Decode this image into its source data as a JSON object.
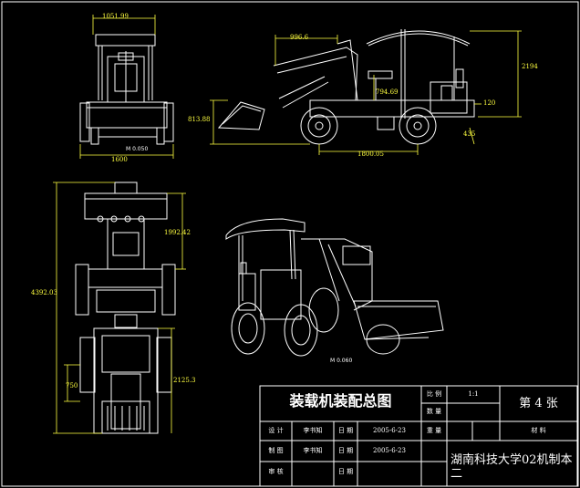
{
  "dimensions": {
    "front_width": "1051.99",
    "front_base": "1600",
    "side_bucket_width": "996.6",
    "side_overall_height": "2194",
    "side_seat_height": "794.69",
    "side_arm_height": "813.88",
    "side_wheelbase": "1800.05",
    "side_clearance_a": "120",
    "side_clearance_b": "435",
    "top_upper_length": "1992.42",
    "top_overall_length": "4392.03",
    "top_lower_length": "2125.3",
    "top_bucket_width": "750"
  },
  "scale_labels": {
    "front_view": "M 0.050",
    "iso_view": "M 0.060"
  },
  "title_block": {
    "title": "装载机装配总图",
    "ratio_label": "比 例",
    "ratio_value": "1:1",
    "sheet": "第 4 张",
    "count_label": "数 量",
    "weight_label": "重 量",
    "material_label": "材 料",
    "designer_role": "设 计",
    "designer_name": "李书知",
    "design_date_label": "日 期",
    "design_date": "2005-6-23",
    "drafter_role": "制 图",
    "drafter_name": "李书知",
    "draft_date_label": "日 期",
    "draft_date": "2005-6-23",
    "reviewer_role": "审 核",
    "review_date_label": "日 期",
    "school": "湖南科技大学02机制本二"
  }
}
